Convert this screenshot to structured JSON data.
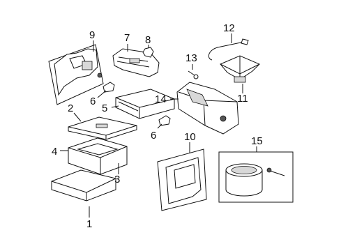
{
  "callouts": {
    "c1": "1",
    "c2": "2",
    "c3": "3",
    "c4": "4",
    "c5": "5",
    "c6a": "6",
    "c6b": "6",
    "c7": "7",
    "c8": "8",
    "c9": "9",
    "c10": "10",
    "c11": "11",
    "c12": "12",
    "c13": "13",
    "c14": "14",
    "c15": "15"
  }
}
